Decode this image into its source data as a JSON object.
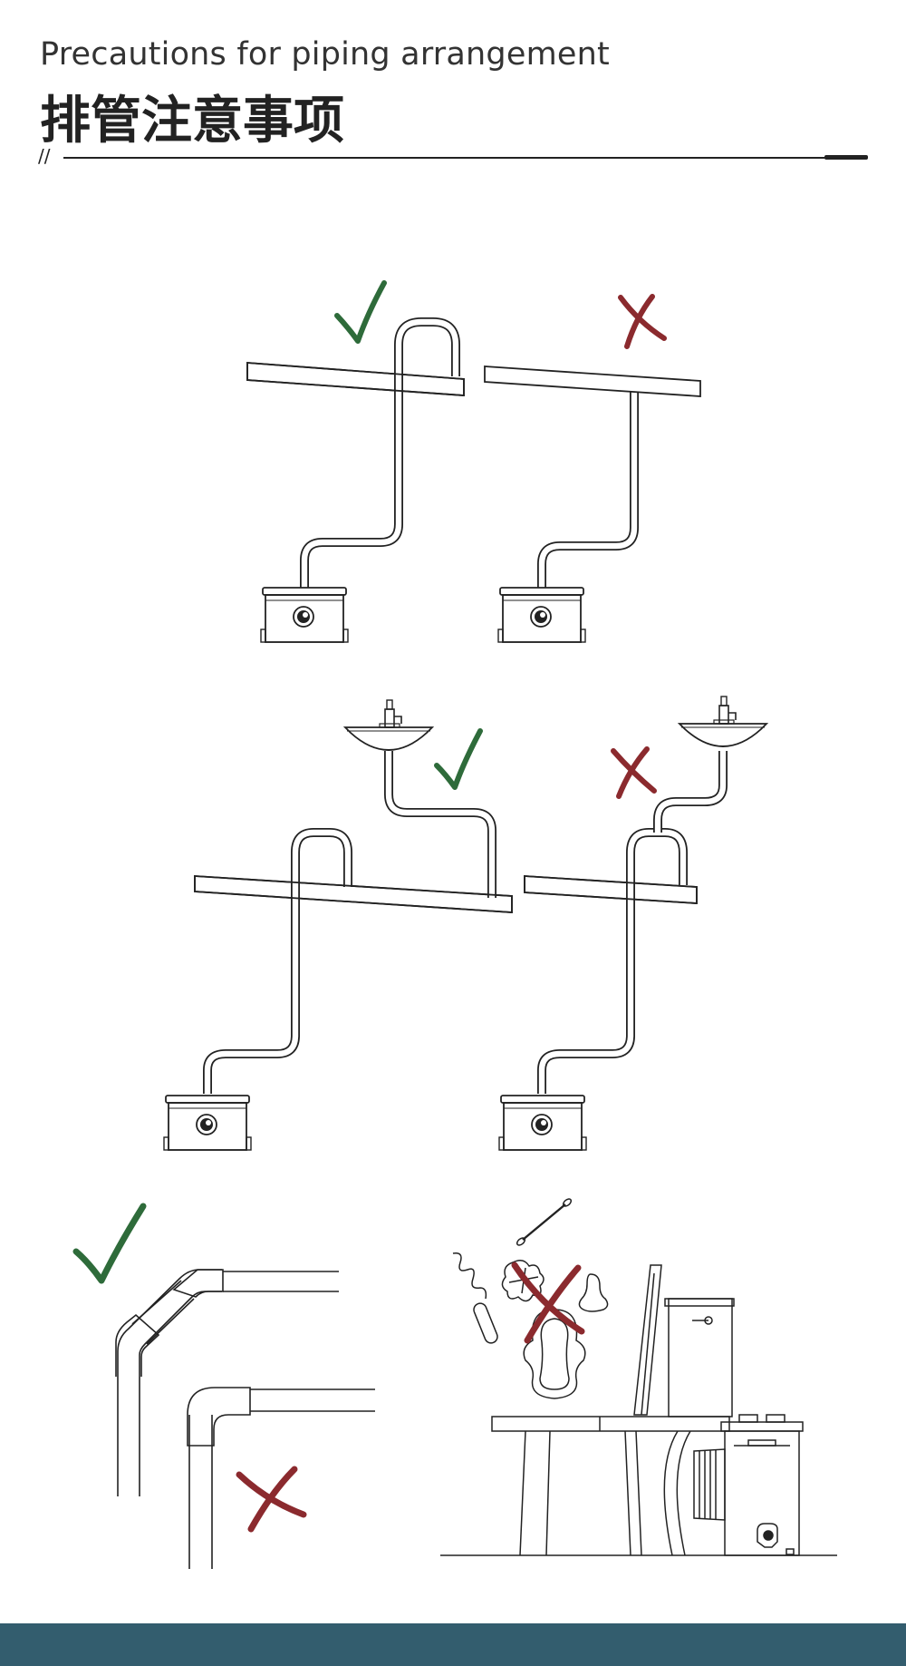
{
  "header": {
    "title_en": "Precautions for piping arrangement",
    "title_zh": "排管注意事项",
    "marker": "//"
  },
  "colors": {
    "check": "#2e6b3a",
    "cross": "#8b2a2e",
    "line": "#222222",
    "footer": "#335d6e"
  },
  "figures": [
    {
      "name": "vertical-loop-correct",
      "status": "correct"
    },
    {
      "name": "straight-pipe-wrong",
      "status": "wrong"
    },
    {
      "name": "sink-loop-correct",
      "status": "correct"
    },
    {
      "name": "sink-loop-wrong",
      "status": "wrong"
    },
    {
      "name": "elbow-45-correct",
      "status": "correct"
    },
    {
      "name": "elbow-90-wrong",
      "status": "wrong"
    },
    {
      "name": "foreign-objects-wrong",
      "status": "wrong"
    }
  ]
}
